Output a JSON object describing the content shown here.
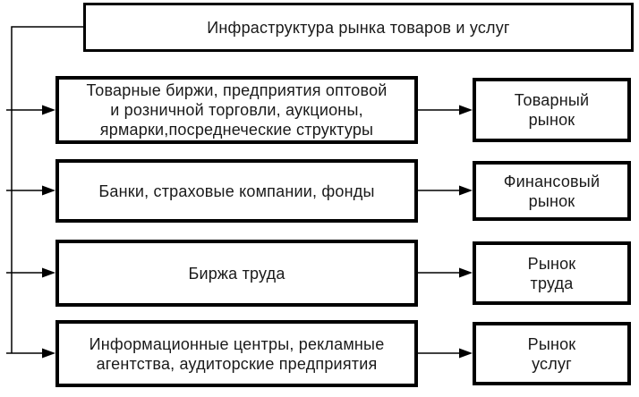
{
  "diagram": {
    "title": "Инфраструктура рынка товаров и услуг",
    "rows": [
      {
        "source": "Товарные биржи, предприятия оптовой\nи розничной торговли, аукционы,\nярмарки,посреднеческие структуры",
        "target": "Товарный\nрынок"
      },
      {
        "source": "Банки, страховые компании, фонды",
        "target": "Финансовый\nрынок"
      },
      {
        "source": "Биржа труда",
        "target": "Рынок\nтруда"
      },
      {
        "source": "Информационные центры, рекламные\nагентства, аудиторские предприятия",
        "target": "Рынок\nуслуг"
      }
    ],
    "colors": {
      "border": "#000000",
      "background": "#ffffff",
      "text": "#1a1a1a"
    }
  }
}
